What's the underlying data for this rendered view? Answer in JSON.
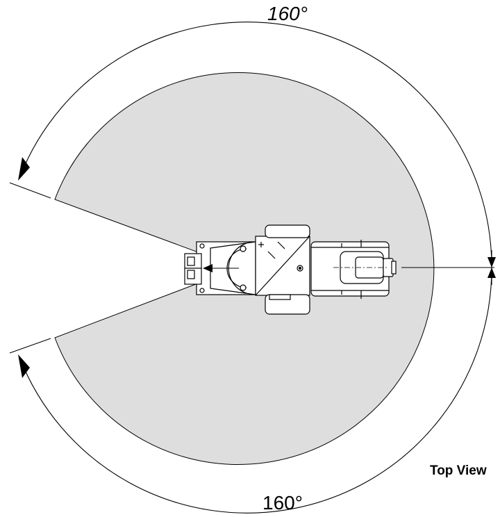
{
  "diagram": {
    "angle_top_label": "160°",
    "angle_bottom_label": "160°",
    "view_label": "Top View",
    "colors": {
      "work_envelope_fill": "#dedede",
      "line": "#000000",
      "background": "#ffffff"
    }
  }
}
